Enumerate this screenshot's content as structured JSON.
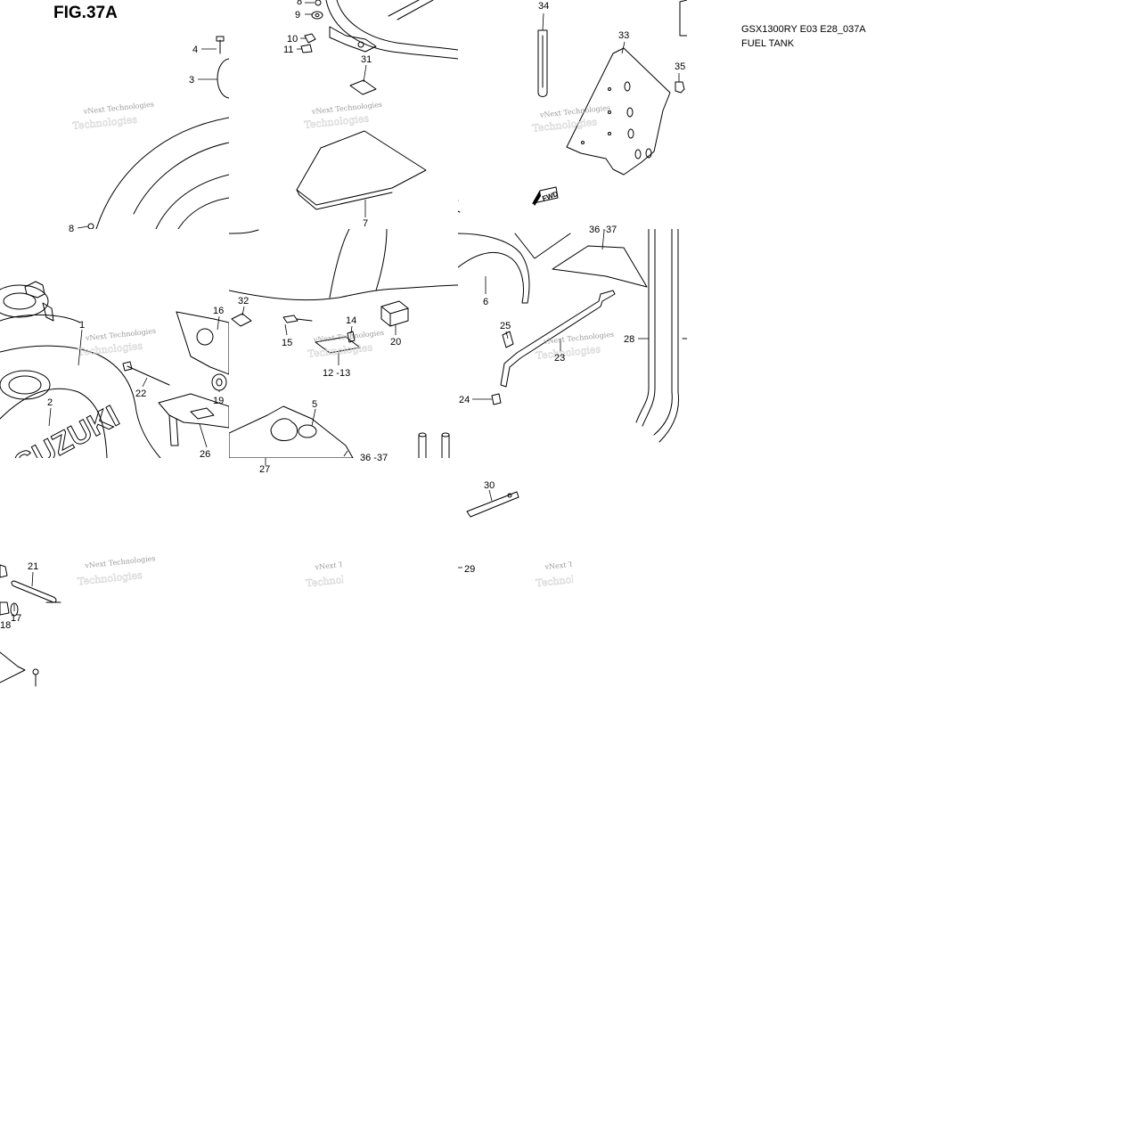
{
  "figure": {
    "title": "FIG.37A",
    "model_code": "GSX1300RY E03 E28_037A",
    "section_name": "FUEL TANK"
  },
  "tank_brand_text": "SUZUKI",
  "direction_label": "FWD",
  "watermark": {
    "line1": "vNext Technologies",
    "line2": "Technologies"
  },
  "callouts": {
    "c1": "1",
    "c2": "2",
    "c3": "3",
    "c4": "4",
    "c5": "5",
    "c6": "6",
    "c7": "7",
    "c8a": "8",
    "c8b": "8",
    "c9": "9",
    "c10": "10",
    "c11": "11",
    "c12_13": "12 -13",
    "c14": "14",
    "c15": "15",
    "c16": "16",
    "c17": "17",
    "c18": "18",
    "c19": "19",
    "c20": "20",
    "c21": "21",
    "c22": "22",
    "c23": "23",
    "c24": "24",
    "c25": "25",
    "c26": "26",
    "c27": "27",
    "c28": "28",
    "c29": "29",
    "c30": "30",
    "c31": "31",
    "c32": "32",
    "c33": "33",
    "c34": "34",
    "c35": "35",
    "c36_37a": "36 -37",
    "c36_37b": "36 -37"
  }
}
